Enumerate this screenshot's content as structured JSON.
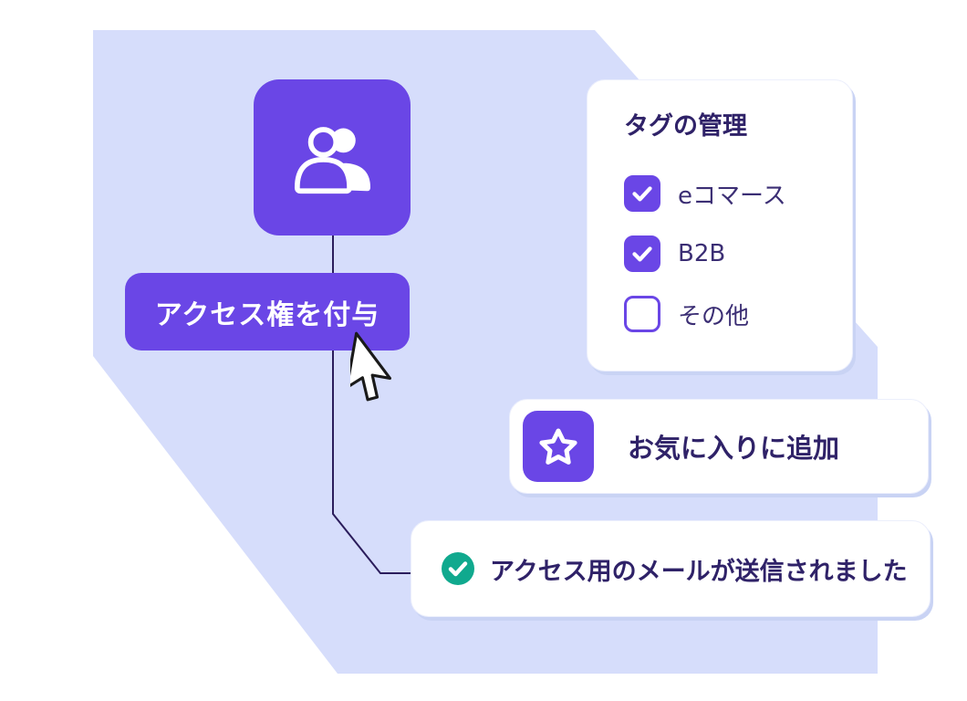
{
  "colors": {
    "accent": "#6a46e6",
    "canvas": "#d6ddfb",
    "text": "#2f2268",
    "text-soft": "#3b2e74",
    "success": "#10a98e",
    "line": "#2b1d5c",
    "card-shadow": "#c9d3f4"
  },
  "flow": {
    "users_node_icon": "users-icon",
    "grant_access_button": "アクセス権を付与"
  },
  "tag_panel": {
    "title": "タグの管理",
    "options": [
      {
        "label": "eコマース",
        "checked": true
      },
      {
        "label": "B2B",
        "checked": true
      },
      {
        "label": "その他",
        "checked": false
      }
    ]
  },
  "favorite_card": {
    "icon": "star-icon",
    "label": "お気に入りに追加"
  },
  "toast": {
    "icon": "check-circle-icon",
    "message": "アクセス用のメールが送信されました"
  }
}
